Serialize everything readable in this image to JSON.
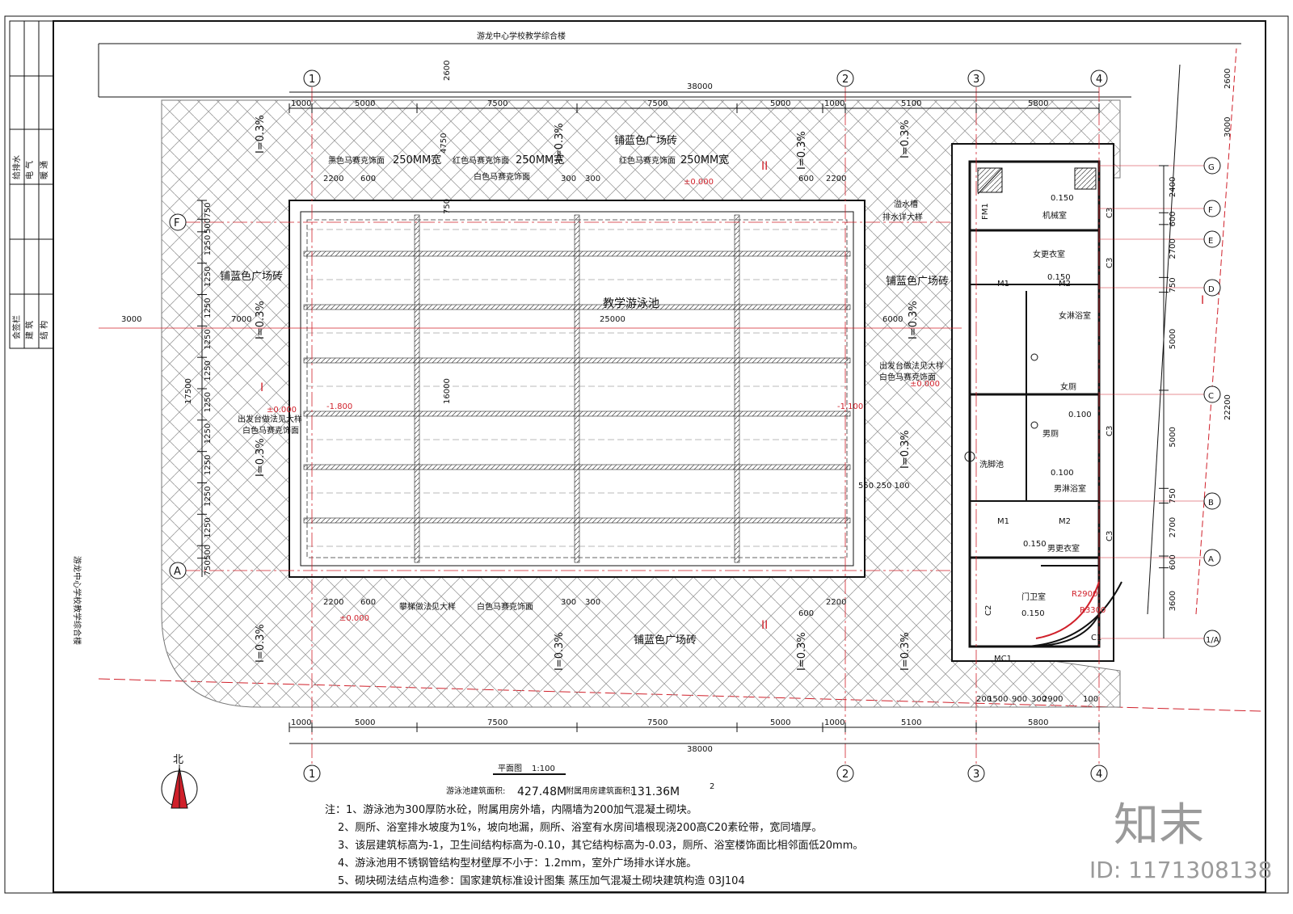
{
  "title": {
    "building_top": "游龙中心学校教学综合楼",
    "building_left": "游龙中心学校教学综合楼",
    "plan": "平面图",
    "scale": "1:100",
    "area_pool_label": "游泳池建筑面积:",
    "area_pool_value": "427.48M",
    "area_aux_label": "附属用房建筑面积:",
    "area_aux_value": "131.36M",
    "area_sup": "2"
  },
  "title_block": [
    "会签栏",
    "建 筑",
    "结 构",
    "给排水",
    "电 气",
    "暖 通"
  ],
  "axes": {
    "columns": [
      "1",
      "2",
      "3",
      "4"
    ],
    "rows_left": [
      "F",
      "A"
    ],
    "rows_right": [
      "G",
      "F",
      "E",
      "D",
      "C",
      "B",
      "A",
      "1/A"
    ]
  },
  "dims": {
    "top_total": "38000",
    "top_segments": [
      "1000",
      "5000",
      "7500",
      "7500",
      "5000",
      "1000",
      "5100",
      "5800"
    ],
    "bottom_total": "38000",
    "bottom_segments": [
      "1000",
      "5000",
      "7500",
      "7500",
      "5000",
      "1000",
      "5100",
      "5800"
    ],
    "bottom_sub": [
      "200",
      "1500",
      "900",
      "300",
      "2900",
      "100"
    ],
    "left_total": "17500",
    "left_segments": [
      "750",
      "500",
      "1250",
      "1250",
      "1250",
      "1250",
      "1250",
      "1250",
      "1250",
      "1250",
      "1250",
      "1250",
      "500",
      "750"
    ],
    "right_total": "22200",
    "right_segments": [
      "2400",
      "600",
      "2700",
      "750",
      "5000",
      "5000",
      "750",
      "2700",
      "600",
      "3600"
    ],
    "far_right": [
      "2600",
      "3000"
    ],
    "pool_width": "25000",
    "pool_depth": "16000",
    "width_left": "3000",
    "width_left2": "7000",
    "width_right": "6000",
    "top_2600": "2600",
    "d4750": "4750",
    "d750": "750",
    "d2200": "2200",
    "d600": "600",
    "d300": "300"
  },
  "labels": {
    "pool": "教学游泳池",
    "plaza": "铺蓝色广场砖",
    "plaza_bottom": "铺蓝色广场砖",
    "black_mosaic": "黑色马赛克饰面",
    "red_mosaic": "红色马赛克饰面",
    "white_mosaic": "白色马赛克饰面",
    "width_250": "250MM宽",
    "slope": "I=0.3%",
    "el_zero": "±0.000",
    "el_left": "-1.800",
    "el_right": "-1.100",
    "exit_step": "出发台做法见大样",
    "ladder": "攀梯做法见大样",
    "overflow": "溢水槽",
    "overflow_detail": "排水详大样",
    "section_II": "II",
    "section_I": "I",
    "dims_550": "550 250 100"
  },
  "rooms": [
    {
      "name": "机械室",
      "el": "0.150"
    },
    {
      "name": "女更衣室",
      "el": "0.150"
    },
    {
      "name": "女淋浴室",
      "el": ""
    },
    {
      "name": "女厕",
      "el": ""
    },
    {
      "name": "男厕",
      "el": "0.100"
    },
    {
      "name": "男淋浴室",
      "el": "0.100"
    },
    {
      "name": "男更衣室",
      "el": "0.150"
    },
    {
      "name": "门卫室",
      "el": "0.150"
    },
    {
      "name": "洗脚池",
      "el": ""
    }
  ],
  "doors": [
    "FM1",
    "M1",
    "M2",
    "C3",
    "C2",
    "C1",
    "MC1",
    "R2900",
    "R3300"
  ],
  "notes": [
    "注：1、游泳池为300厚防水砼，附属用房外墙，内隔墙为200加气混凝土砌块。",
    "2、厕所、浴室排水坡度为1%，坡向地漏，厕所、浴室有水房间墙根现浇200高C20素砼带，宽同墙厚。",
    "3、该层建筑标高为-1，卫生间结构标高为-0.10，其它结构标高为-0.03，厕所、浴室楼饰面比相邻面低20mm。",
    "4、游泳池用不锈钢管结构型材壁厚不小于：1.2mm，室外广场排水详水施。",
    "5、砌块砌法结点构造参：国家建筑标准设计图集 蒸压加气混凝土砌块建筑构造 03J104"
  ],
  "north": "北",
  "brand": "知末",
  "id_text": "ID: 1171308138",
  "colors": {
    "line": "#111111",
    "accent": "#d0202a",
    "paving": "#8a8a8a"
  }
}
